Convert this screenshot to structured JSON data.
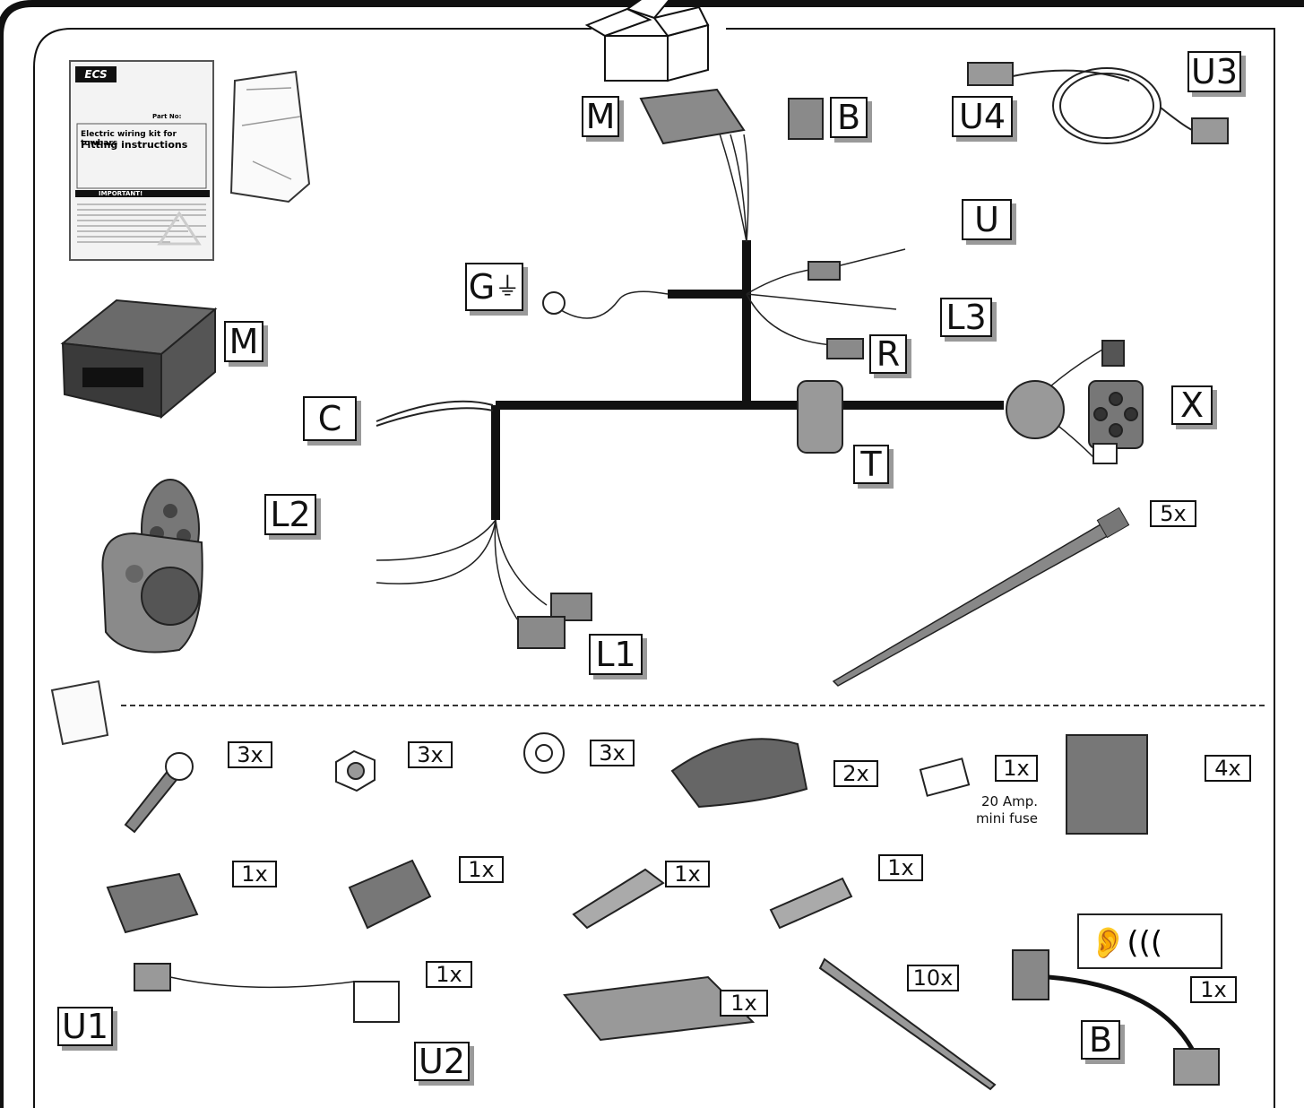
{
  "labels": {
    "M_harness": "M",
    "B_top": "B",
    "U3": "U3",
    "U4": "U4",
    "U": "U",
    "G": "G",
    "L3": "L3",
    "M_module": "M",
    "R": "R",
    "C": "C",
    "X": "X",
    "T": "T",
    "L2": "L2",
    "L1": "L1",
    "U1": "U1",
    "U2": "U2",
    "B_bottom": "B"
  },
  "quantities": {
    "cable_ties_long": "5x",
    "screws": "3x",
    "nuts": "3x",
    "washers": "3x",
    "tape": "2x",
    "fuse": "1x",
    "connector_clips": "4x",
    "housing_female": "1x",
    "housing_male": "1x",
    "terminal_male": "1x",
    "terminal_female": "1x",
    "fuse_tap": "1x",
    "foam_pad": "1x",
    "cable_ties_short": "10x",
    "buzzer": "1x"
  },
  "fuse_note": {
    "line1": "20 Amp.",
    "line2": "mini fuse"
  },
  "manual": {
    "brand": "ECS",
    "title": "Fitting instructions",
    "subtitle": "Electric wiring kit for towbars",
    "important": "IMPORTANT!",
    "part_no": "Part No:"
  }
}
